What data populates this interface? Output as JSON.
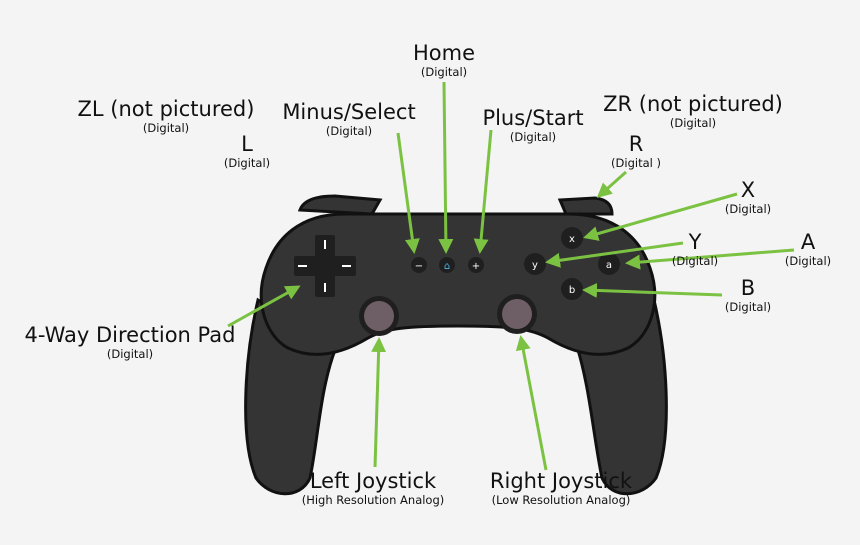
{
  "labels": {
    "home": {
      "title": "Home",
      "sub": "(Digital)"
    },
    "zl": {
      "title": "ZL (not pictured)",
      "sub": "(Digital)"
    },
    "l": {
      "title": "L",
      "sub": "(Digital)"
    },
    "minus": {
      "title": "Minus/Select",
      "sub": "(Digital)"
    },
    "plus": {
      "title": "Plus/Start",
      "sub": "(Digital)"
    },
    "zr": {
      "title": "ZR (not pictured)",
      "sub": "(Digital)"
    },
    "r": {
      "title": "R",
      "sub": "(Digital )"
    },
    "x": {
      "title": "X",
      "sub": "(Digital)"
    },
    "y": {
      "title": "Y",
      "sub": "(Digital)"
    },
    "a": {
      "title": "A",
      "sub": "(Digital)"
    },
    "b": {
      "title": "B",
      "sub": "(Digital)"
    },
    "dpad": {
      "title": "4-Way Direction Pad",
      "sub": "(Digital)"
    },
    "left_stick": {
      "title": "Left Joystick",
      "sub": "(High Resolution Analog)"
    },
    "right_stick": {
      "title": "Right Joystick",
      "sub": "(Low Resolution Analog)"
    }
  },
  "buttons": {
    "x": "x",
    "y": "y",
    "a": "a",
    "b": "b",
    "minus": "−",
    "home": "⌂",
    "plus": "+"
  },
  "colors": {
    "background": "#f4f4f4",
    "controller_body": "#343434",
    "outline": "#111111",
    "arrow": "#7cc242",
    "stick_cap": "#6e5f66",
    "home_icon": "#4fb3e8"
  }
}
